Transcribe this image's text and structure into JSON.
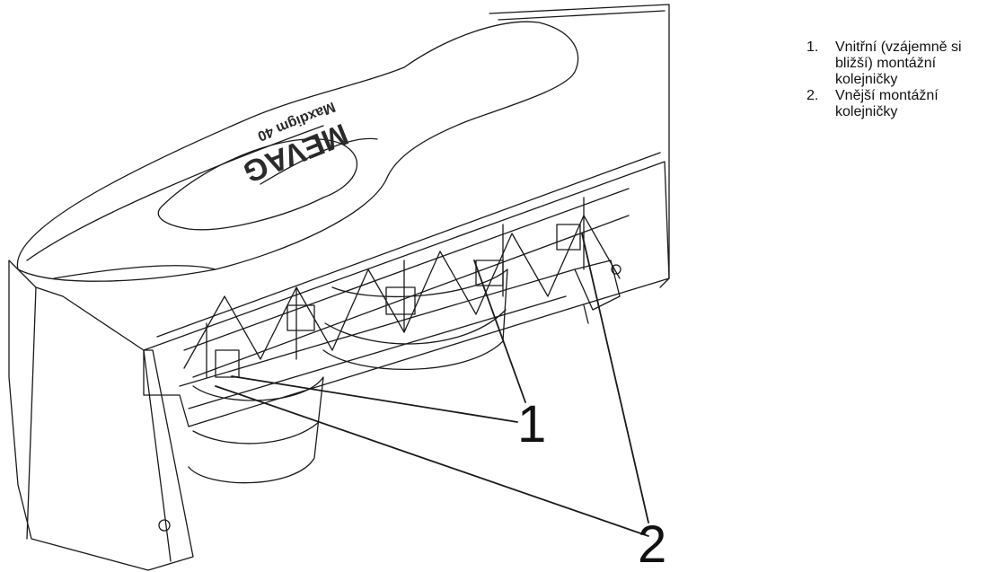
{
  "illustration": {
    "product_marking_main": "MEVAG",
    "product_marking_sub": "Maxdigm 40",
    "callouts": [
      {
        "id": "1",
        "label": "1"
      },
      {
        "id": "2",
        "label": "2"
      }
    ]
  },
  "legend": {
    "items": [
      {
        "number": "1.",
        "text": "Vnitřní (vzájemně si bližší) montážní kolejničky"
      },
      {
        "number": "2.",
        "text": "Vnější montážní kolejničky"
      }
    ]
  },
  "colors": {
    "line": "#1a1a1a",
    "background": "#ffffff"
  }
}
